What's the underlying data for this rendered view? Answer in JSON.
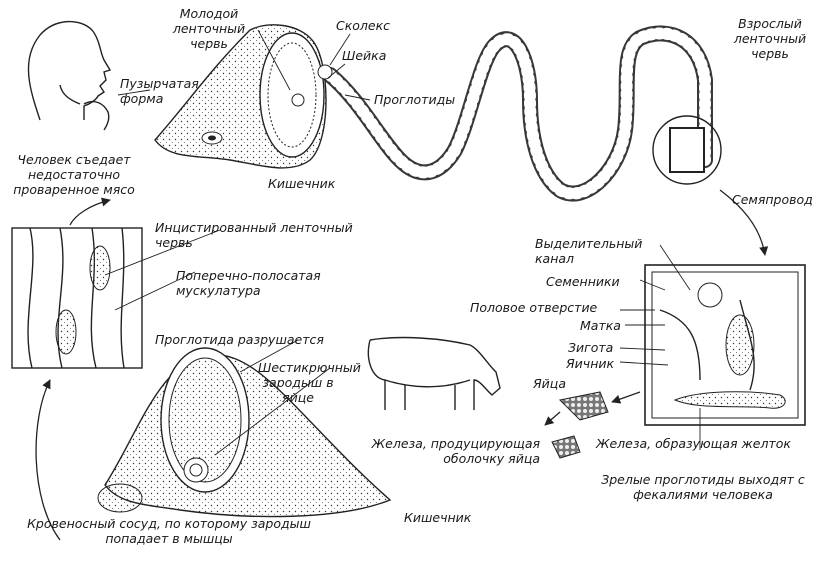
{
  "labels": {
    "young_worm": "Молодой ленточный червь",
    "scolex": "Сколекс",
    "neck": "Шейка",
    "proglottids": "Проглотиды",
    "adult_worm": "Взрослый ленточный червь",
    "bladder_form": "Пузырчатая форма",
    "person_eats": "Человек съедает недостаточно проваренное мясо",
    "intestine_top": "Кишечник",
    "encysted_worm": "Инцистированный ленточный червь",
    "striated_muscle": "Поперечно-полосатая мускулатура",
    "sperm_duct": "Семяпровод",
    "excretory_canal": "Выделительный канал",
    "testes": "Семенники",
    "genital_pore": "Половое отверстие",
    "uterus": "Матка",
    "zygote": "Зигота",
    "ovary": "Яичник",
    "proglottid_breaks": "Проглотида разрушается",
    "hexacanth_embryo": "Шестикрючный зародыш в яйце",
    "eggs": "Яйца",
    "shell_gland": "Железа, продуцирующая оболочку яйца",
    "yolk_gland": "Железа, образующая желток",
    "mature_proglottids": "Зрелые проглотиды выходят с фекалиями человека",
    "intestine_bottom": "Кишечник",
    "blood_vessel": "Кровеносный сосуд, по которому зародыш попадает в мышцы"
  }
}
